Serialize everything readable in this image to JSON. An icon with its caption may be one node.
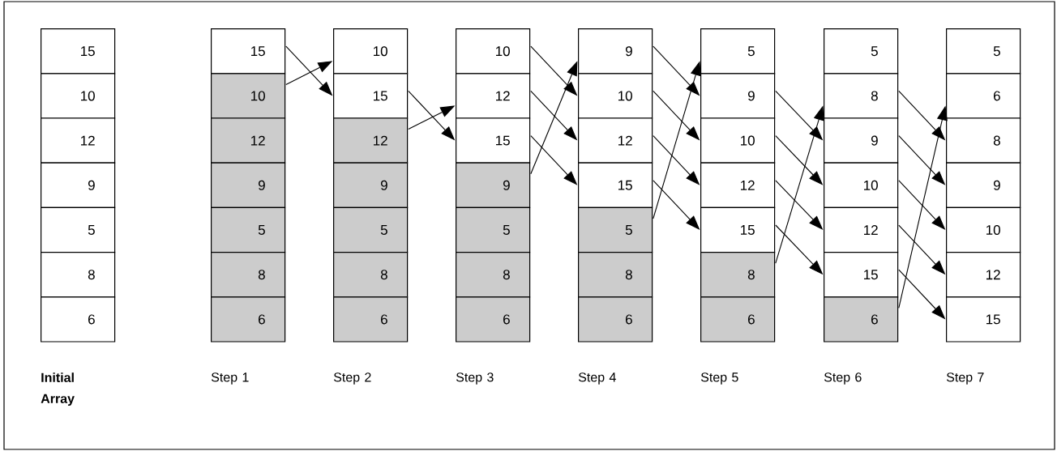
{
  "diagram": {
    "nodes": [
      {
        "text": [
          "15"
        ]
      },
      {
        "text": [
          "10"
        ]
      },
      {
        "text": [
          "12"
        ]
      },
      {
        "text": [
          "9"
        ]
      },
      {
        "text": [
          "5"
        ]
      },
      {
        "text": [
          "8"
        ]
      },
      {
        "text": [
          "6"
        ]
      },
      {
        "text": [
          "15"
        ]
      },
      {
        "text": [
          "10"
        ]
      },
      {
        "text": [
          "12"
        ]
      },
      {
        "text": [
          "9"
        ]
      },
      {
        "text": [
          "5"
        ]
      },
      {
        "text": [
          "8"
        ]
      },
      {
        "text": [
          "6"
        ]
      },
      {
        "text": [
          "10"
        ]
      },
      {
        "text": [
          "15"
        ]
      },
      {
        "text": [
          "12"
        ]
      },
      {
        "text": [
          "9"
        ]
      },
      {
        "text": [
          "5"
        ]
      },
      {
        "text": [
          "8"
        ]
      },
      {
        "text": [
          "6"
        ]
      },
      {
        "text": [
          "10"
        ]
      },
      {
        "text": [
          "12"
        ]
      },
      {
        "text": [
          "15"
        ]
      },
      {
        "text": [
          "9"
        ]
      },
      {
        "text": [
          "5"
        ]
      },
      {
        "text": [
          "8"
        ]
      },
      {
        "text": [
          "6"
        ]
      },
      {
        "text": [
          "9"
        ]
      },
      {
        "text": [
          "10"
        ]
      },
      {
        "text": [
          "12"
        ]
      },
      {
        "text": [
          "15"
        ]
      },
      {
        "text": [
          "5"
        ]
      },
      {
        "text": [
          "8"
        ]
      },
      {
        "text": [
          "6"
        ]
      },
      {
        "text": [
          "5"
        ]
      },
      {
        "text": [
          "9"
        ]
      },
      {
        "text": [
          "10"
        ]
      },
      {
        "text": [
          "12"
        ]
      },
      {
        "text": [
          "15"
        ]
      },
      {
        "text": [
          "8"
        ]
      },
      {
        "text": [
          "6"
        ]
      },
      {
        "text": [
          "5"
        ]
      },
      {
        "text": [
          "8"
        ]
      },
      {
        "text": [
          "9"
        ]
      },
      {
        "text": [
          "10"
        ]
      },
      {
        "text": [
          "12"
        ]
      },
      {
        "text": [
          "15"
        ]
      },
      {
        "text": [
          "6"
        ]
      },
      {
        "text": [
          "5"
        ]
      },
      {
        "text": [
          "6"
        ]
      },
      {
        "text": [
          "8"
        ]
      },
      {
        "text": [
          "9"
        ]
      },
      {
        "text": [
          "10"
        ]
      },
      {
        "text": [
          "12"
        ]
      },
      {
        "text": [
          "15"
        ]
      }
    ],
    "edges": [
      {
        "from": 7,
        "to": 15,
        "arrow": "to"
      },
      {
        "from": 8,
        "to": 14,
        "arrow": "to"
      },
      {
        "from": 15,
        "to": 23,
        "arrow": "to"
      },
      {
        "from": 16,
        "to": 22,
        "arrow": "to"
      },
      {
        "from": 21,
        "to": 29,
        "arrow": "to"
      },
      {
        "from": 22,
        "to": 30,
        "arrow": "to"
      },
      {
        "from": 23,
        "to": 31,
        "arrow": "to"
      },
      {
        "from": 24,
        "to": 28,
        "arrow": "to"
      },
      {
        "from": 28,
        "to": 36,
        "arrow": "to"
      },
      {
        "from": 29,
        "to": 37,
        "arrow": "to"
      },
      {
        "from": 30,
        "to": 38,
        "arrow": "to"
      },
      {
        "from": 31,
        "to": 39,
        "arrow": "to"
      },
      {
        "from": 32,
        "to": 35,
        "arrow": "to"
      },
      {
        "from": 36,
        "to": 44,
        "arrow": "to"
      },
      {
        "from": 37,
        "to": 45,
        "arrow": "to"
      },
      {
        "from": 38,
        "to": 46,
        "arrow": "to"
      },
      {
        "from": 39,
        "to": 47,
        "arrow": "to"
      },
      {
        "from": 40,
        "to": 43,
        "arrow": "to"
      },
      {
        "from": 43,
        "to": 51,
        "arrow": "to"
      },
      {
        "from": 44,
        "to": 52,
        "arrow": "to"
      },
      {
        "from": 45,
        "to": 53,
        "arrow": "to"
      },
      {
        "from": 46,
        "to": 54,
        "arrow": "to"
      },
      {
        "from": 47,
        "to": 55,
        "arrow": "to"
      },
      {
        "from": 48,
        "to": 50,
        "arrow": "to"
      }
    ],
    "labels": [
      "Initial Array",
      "Step 1",
      "Step 2",
      "Step 3",
      "Step 4",
      "Step 5",
      "Step 6",
      "Step 7"
    ]
  }
}
